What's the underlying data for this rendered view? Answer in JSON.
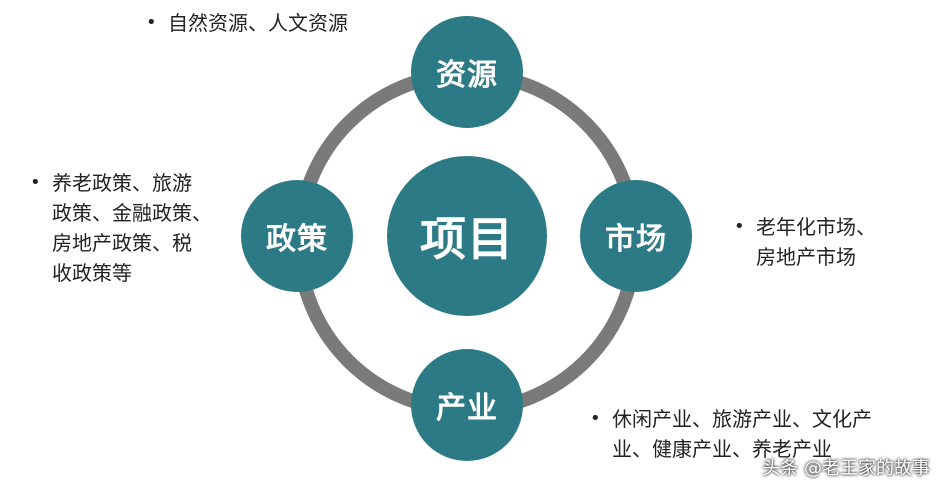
{
  "colors": {
    "node_fill": "#2d7a87",
    "ring": "#7a7a7a",
    "text": "#222222"
  },
  "nodes": {
    "center": "项目",
    "top": "资源",
    "right": "市场",
    "bottom": "产业",
    "left": "政策"
  },
  "notes": {
    "top": [
      "自然资源、人文资源"
    ],
    "left": [
      "养老政策、旅游",
      "政策、金融政策、",
      "房地产政策、税",
      "收政策等"
    ],
    "right": [
      "老年化市场、",
      "房地产市场"
    ],
    "bottom": [
      "休闲产业、旅游产业、文化产",
      "业、健康产业、养老产业"
    ]
  },
  "watermark": "头条 @老王家的故事"
}
